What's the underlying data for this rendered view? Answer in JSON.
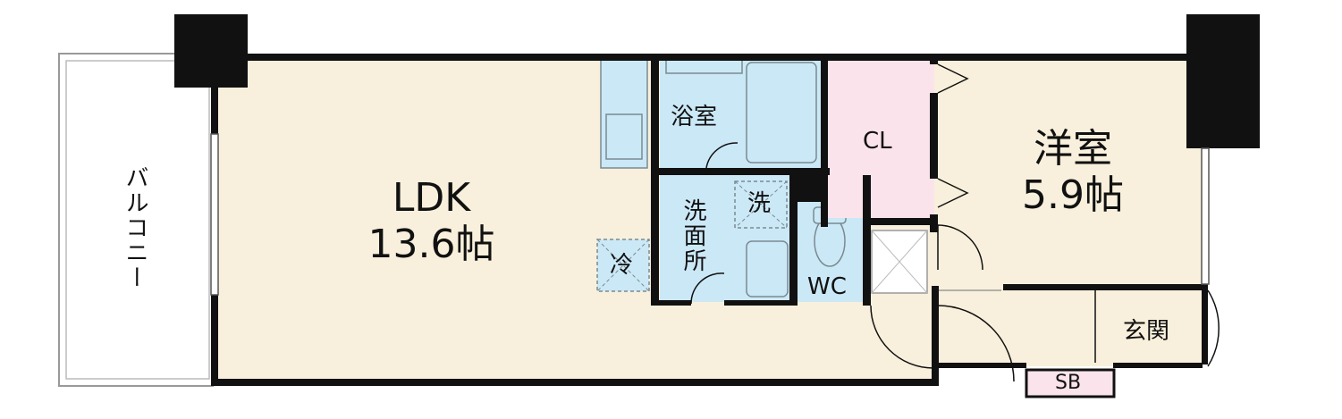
{
  "floorplan": {
    "rooms": {
      "ldk": {
        "name": "LDK",
        "size": "13.6帖"
      },
      "western": {
        "name": "洋室",
        "size": "5.9帖"
      },
      "bath": {
        "name": "浴室"
      },
      "washroom": {
        "name": "洗面所"
      },
      "closet": {
        "name": "CL"
      },
      "toilet": {
        "name": "WC"
      },
      "entrance": {
        "name": "玄関"
      },
      "shoe_box": {
        "name": "SB"
      },
      "balcony": {
        "name": "バルコニー"
      }
    },
    "symbols": {
      "washer": "洗",
      "fridge": "冷"
    }
  },
  "colors": {
    "wall": "#111111",
    "living_floor": "#f8f0dc",
    "wet_area": "#cbe8f7",
    "closet": "#fbe3ec",
    "balcony": "#ffffff",
    "fixture_line": "#7a8a90"
  }
}
